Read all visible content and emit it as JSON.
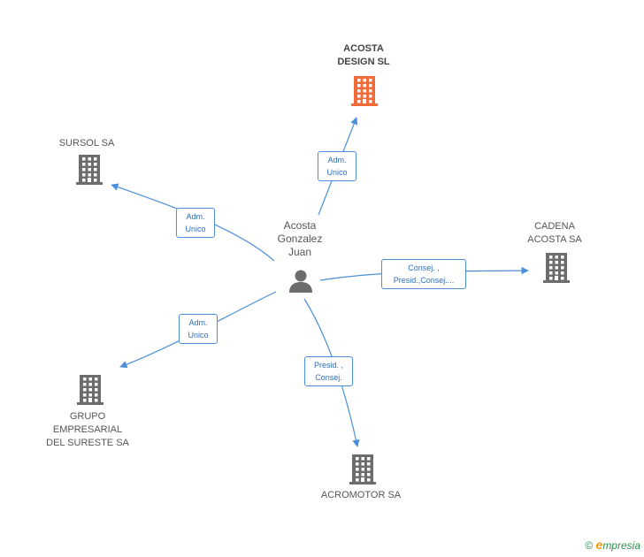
{
  "person": {
    "name_lines": [
      "Acosta",
      "Gonzalez",
      "Juan"
    ],
    "icon": "person-icon"
  },
  "companies": [
    {
      "id": "acosta-design",
      "label_lines": [
        "ACOSTA",
        "DESIGN SL"
      ],
      "highlight": true,
      "color": "#f26b3a",
      "icon": "building-icon"
    },
    {
      "id": "sursol",
      "label_lines": [
        "SURSOL SA"
      ],
      "highlight": false,
      "color": "#6d6d6d",
      "icon": "building-icon"
    },
    {
      "id": "cadena-acosta",
      "label_lines": [
        "CADENA",
        "ACOSTA SA"
      ],
      "highlight": false,
      "color": "#6d6d6d",
      "icon": "building-icon"
    },
    {
      "id": "grupo-empresarial",
      "label_lines": [
        "GRUPO",
        "EMPRESARIAL",
        "DEL SURESTE SA"
      ],
      "highlight": false,
      "color": "#6d6d6d",
      "icon": "building-icon"
    },
    {
      "id": "acromotor",
      "label_lines": [
        "ACROMOTOR SA"
      ],
      "highlight": false,
      "color": "#6d6d6d",
      "icon": "building-icon"
    }
  ],
  "relations": [
    {
      "to": "acosta-design",
      "lines": [
        "Adm.",
        "Unico"
      ]
    },
    {
      "to": "sursol",
      "lines": [
        "Adm.",
        "Unico"
      ]
    },
    {
      "to": "cadena-acosta",
      "lines": [
        "Consej. ,",
        "Presid.,Consej...."
      ]
    },
    {
      "to": "grupo-empresarial",
      "lines": [
        "Adm.",
        "Unico"
      ]
    },
    {
      "to": "acromotor",
      "lines": [
        "Presid. ,",
        "Consej."
      ]
    }
  ],
  "colors": {
    "edge": "#4a8fd8",
    "building": "#6d6d6d",
    "highlight": "#f26b3a",
    "person": "#6d6d6d"
  },
  "watermark": {
    "symbol": "©",
    "brand_initial": "e",
    "brand_rest": "mpresia"
  }
}
